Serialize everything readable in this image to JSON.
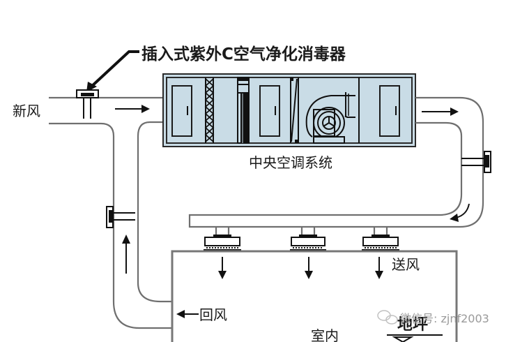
{
  "diagram": {
    "title": "插入式紫外C空气净化消毒器",
    "labels": {
      "fresh_air": "新风",
      "ahu": "中央空调系统",
      "supply_air": "送风",
      "return_air": "回风",
      "indoor": "室内",
      "ground": "地坪"
    },
    "watermark": "微信号: zjnf2003",
    "components": [
      {
        "id": "uvc-purifier-fresh",
        "name": "插入式紫外C空气净化消毒器",
        "location": "fresh-air duct"
      },
      {
        "id": "uvc-purifier-supply",
        "location": "supply duct"
      },
      {
        "id": "uvc-purifier-return",
        "location": "return duct"
      },
      {
        "id": "ahu",
        "name": "中央空调系统",
        "sections": [
          "access-door",
          "filter",
          "coil",
          "access-door",
          "damper",
          "fan",
          "access-door"
        ]
      },
      {
        "id": "diffusers",
        "count": 3
      }
    ],
    "colors": {
      "ahu_fill": "#c9dce6",
      "duct_stroke": "#6f6f6f",
      "ink": "#111111"
    }
  }
}
